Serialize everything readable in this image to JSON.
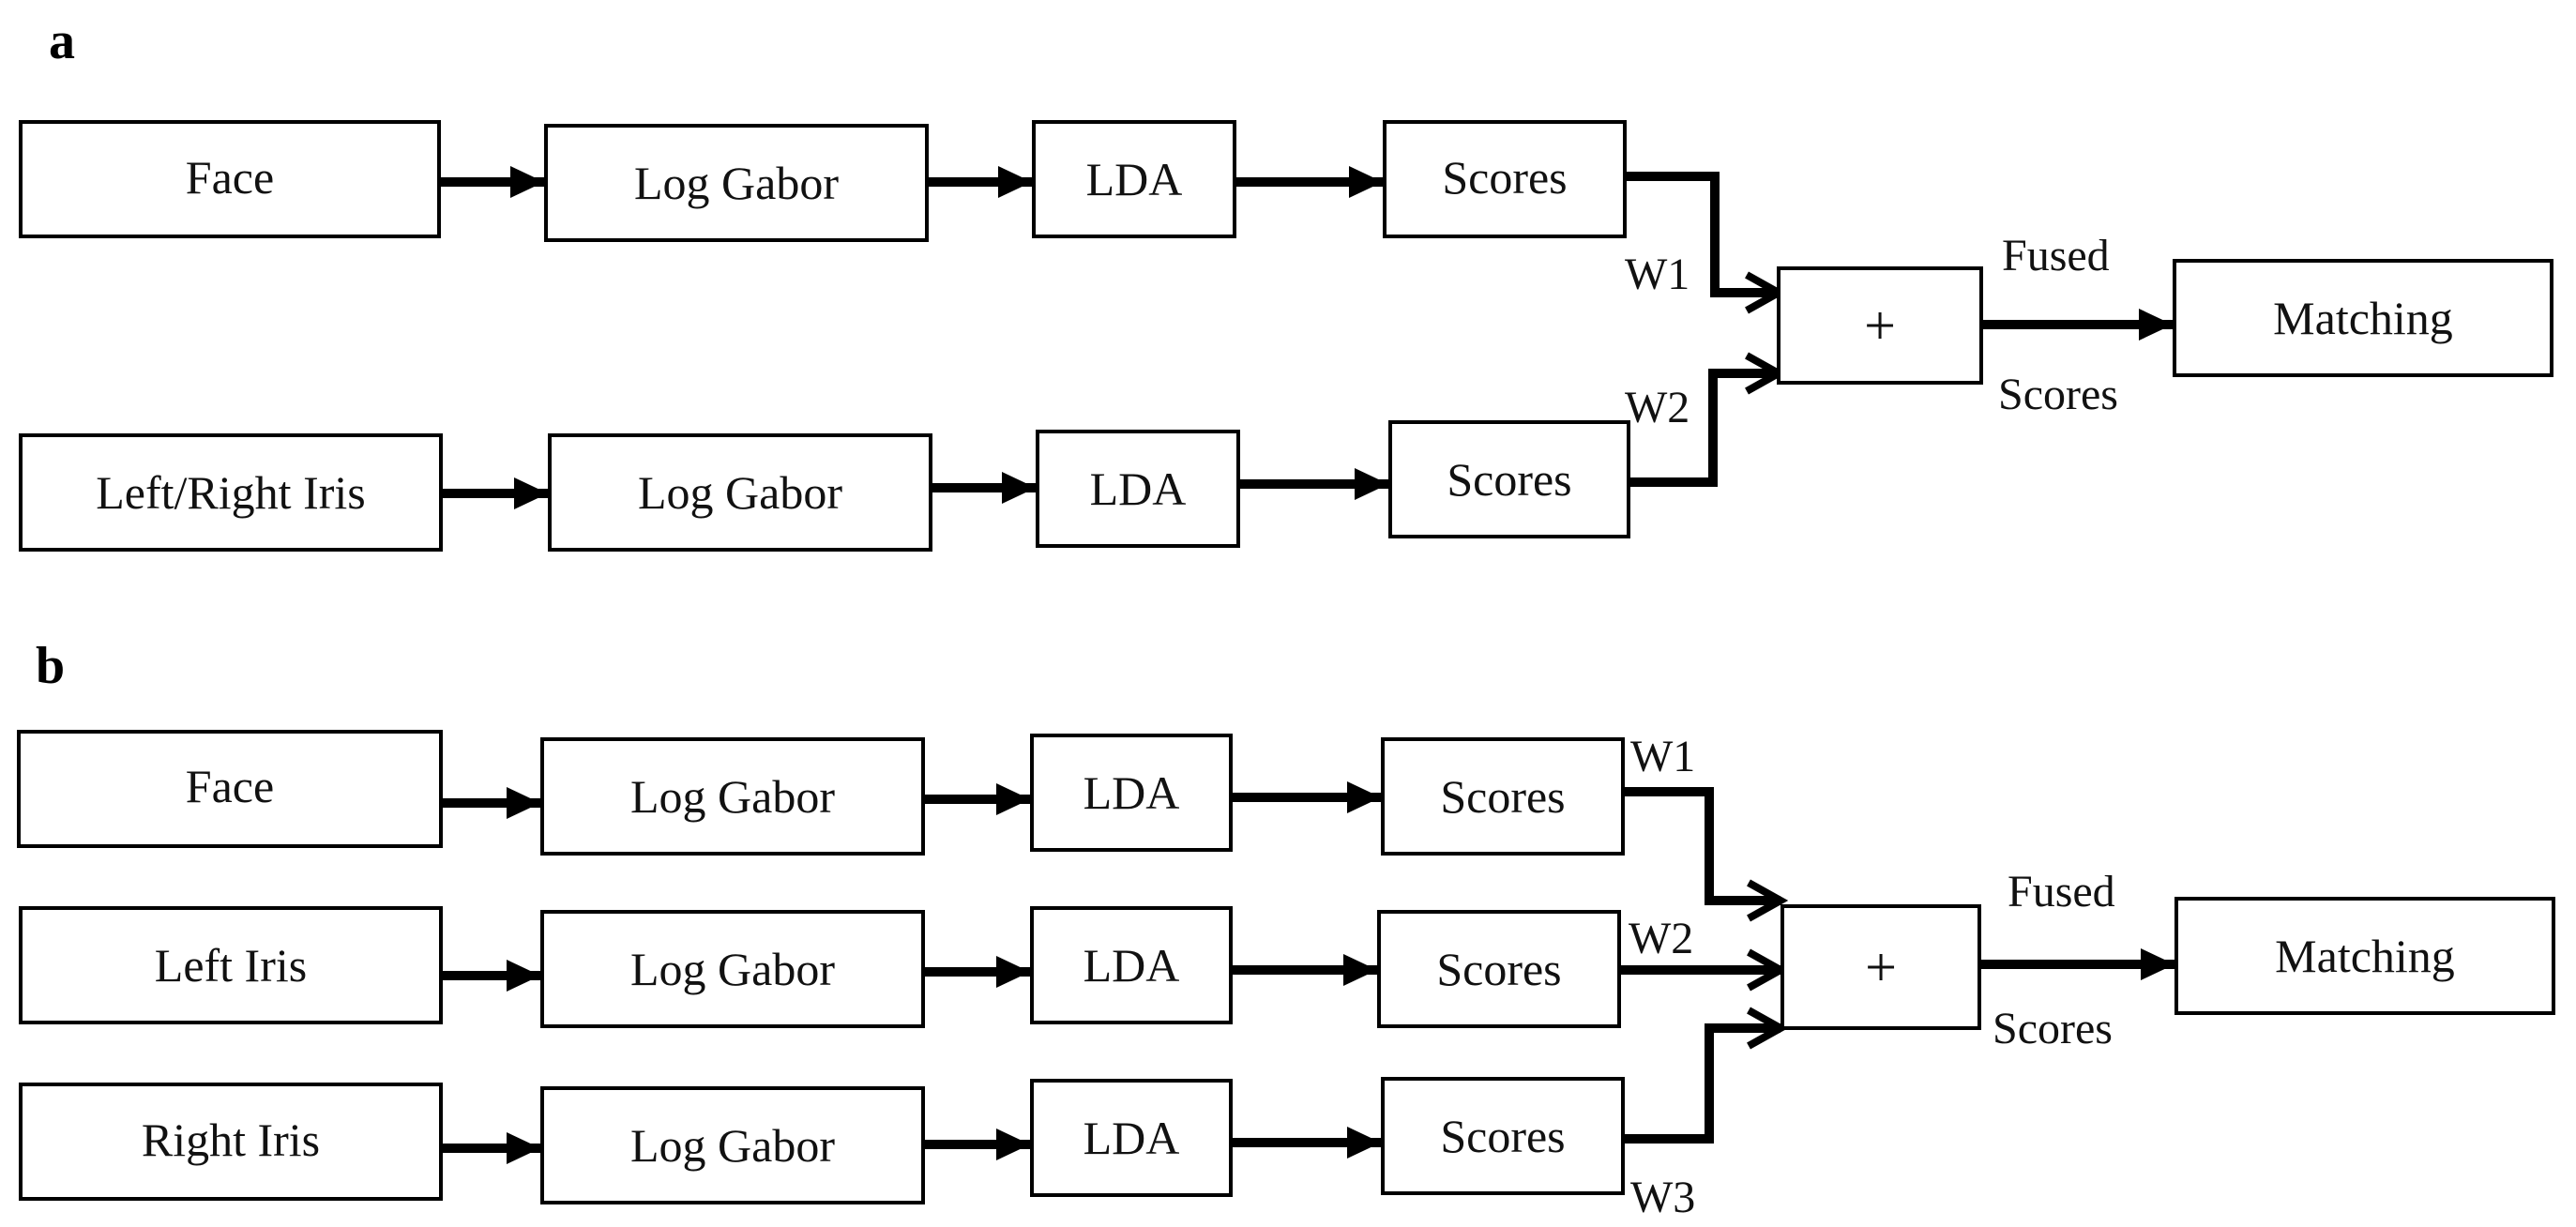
{
  "panel_a": {
    "label": "a",
    "rows": [
      {
        "input": "Face",
        "feature": "Log Gabor",
        "reduction": "LDA",
        "scores": "Scores",
        "weight": "W1"
      },
      {
        "input": "Left/Right Iris",
        "feature": "Log Gabor",
        "reduction": "LDA",
        "scores": "Scores",
        "weight": "W2"
      }
    ],
    "fusion": "+",
    "fused_top": "Fused",
    "fused_bottom": "Scores",
    "output": "Matching"
  },
  "panel_b": {
    "label": "b",
    "rows": [
      {
        "input": "Face",
        "feature": "Log Gabor",
        "reduction": "LDA",
        "scores": "Scores",
        "weight": "W1"
      },
      {
        "input": "Left Iris",
        "feature": "Log Gabor",
        "reduction": "LDA",
        "scores": "Scores",
        "weight": "W2"
      },
      {
        "input": "Right Iris",
        "feature": "Log Gabor",
        "reduction": "LDA",
        "scores": "Scores",
        "weight": "W3"
      }
    ],
    "fusion": "+",
    "fused_top": "Fused",
    "fused_bottom": "Scores",
    "output": "Matching"
  }
}
